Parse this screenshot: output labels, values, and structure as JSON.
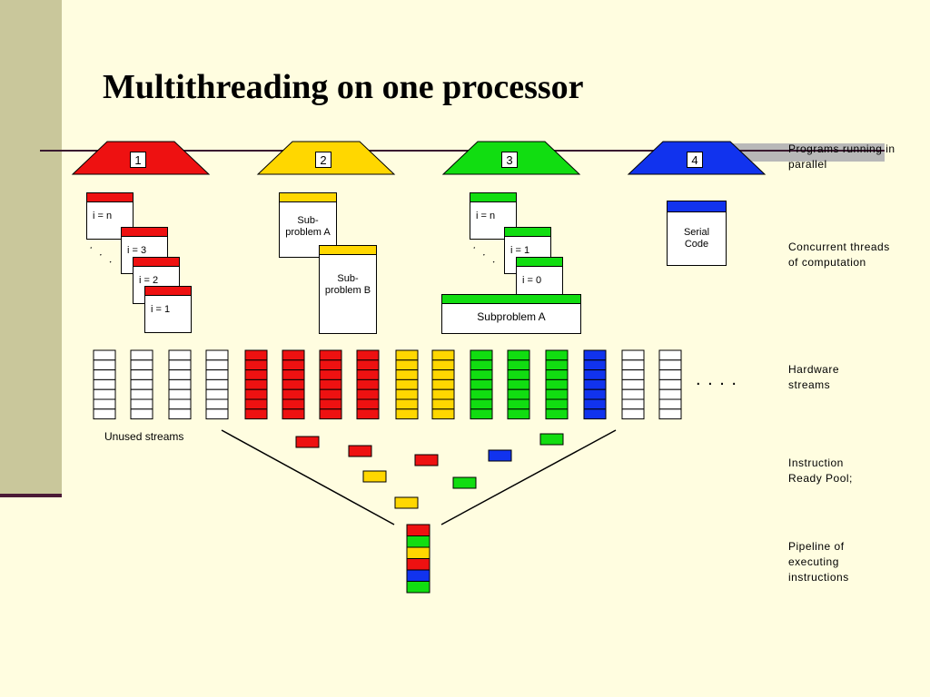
{
  "title": "Multithreading on one processor",
  "colors": {
    "red": "#EE1111",
    "yellow": "#FFD700",
    "green": "#11DD11",
    "blue": "#1133EE",
    "white": "#FFFFFF"
  },
  "programs": [
    {
      "num": "1",
      "color": "red"
    },
    {
      "num": "2",
      "color": "yellow"
    },
    {
      "num": "3",
      "color": "green"
    },
    {
      "num": "4",
      "color": "blue"
    }
  ],
  "threads": {
    "p1": [
      "i = n",
      "i = 3",
      "i = 2",
      "i = 1"
    ],
    "p1_dots": ". . .",
    "p2": [
      "Sub-problem A",
      "Sub-problem B"
    ],
    "p3": [
      "i = n",
      "i = 1",
      "i = 0"
    ],
    "p3_dots": ". . .",
    "p3_sub": "Subproblem A",
    "p4": "Serial Code"
  },
  "streams": [
    "white",
    "white",
    "white",
    "white",
    "red",
    "red",
    "red",
    "red",
    "yellow",
    "yellow",
    "green",
    "green",
    "green",
    "blue",
    "white",
    "white"
  ],
  "streams_ellipsis": ". . . .",
  "unused_label": "Unused streams",
  "ready_pool": [
    "red",
    "red",
    "yellow",
    "blue",
    "green",
    "red",
    "green",
    "yellow"
  ],
  "pipeline": [
    "red",
    "green",
    "yellow",
    "red",
    "blue",
    "green"
  ],
  "side_labels": {
    "programs": "Programs running in parallel",
    "threads": "Concurrent threads of computation",
    "hardware": "Hardware streams",
    "pool": "Instruction Ready Pool;",
    "pipeline": "Pipeline of executing instructions"
  }
}
